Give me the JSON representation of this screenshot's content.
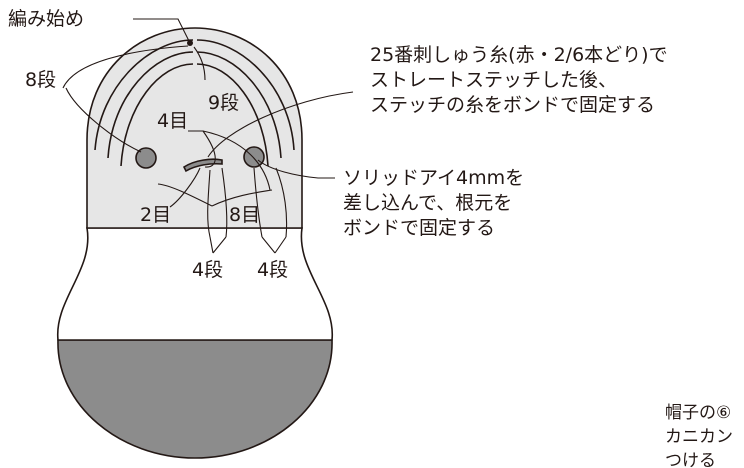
{
  "labels": {
    "cast_on": "編み始め",
    "rows_8": "8段",
    "rows_9": "9段",
    "stitches_4": "4目",
    "stitches_2": "2目",
    "stitches_8": "8目",
    "rows_4_left": "4段",
    "rows_4_right": "4段",
    "embroidery_line1": "25番刺しゅう糸(赤・2/6本どり)で",
    "embroidery_line2": "ストレートステッチした後、",
    "embroidery_line3": "ステッチの糸をボンドで固定する",
    "eye_line1": "ソリッドアイ4mmを",
    "eye_line2": "差し込んで、根元を",
    "eye_line3": "ボンドで固定する",
    "hat_line1": "帽子の⑥",
    "hat_line2": "カニカン",
    "hat_line3": "つける"
  },
  "colors": {
    "outline": "#231815",
    "hat_bands": "#8c8c8c",
    "face": "#e6e6e6",
    "eyes": "#8c8c8c",
    "mouth": "#8c8c8c",
    "body_bottom": "#8c8c8c",
    "body_top": "#ffffff"
  }
}
